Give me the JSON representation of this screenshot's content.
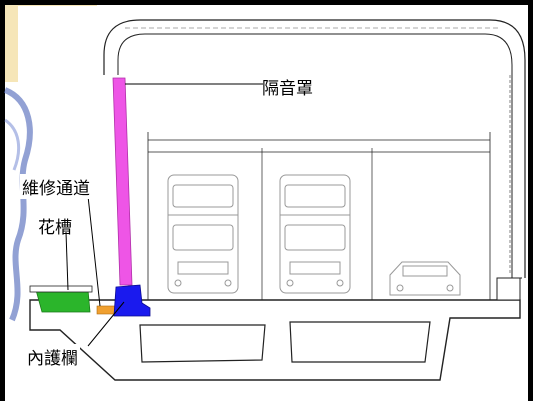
{
  "labels": {
    "noise_barrier": "隔音罩",
    "maintenance_walkway": "維修通道",
    "planter": "花槽",
    "inner_parapet": "內護欄"
  },
  "colors": {
    "noise_barrier": "#ee55e6",
    "planter": "#2bb52b",
    "inner_parapet": "#1a1aee",
    "walkway": "#f0a030",
    "corner_panel": "#f6e6b8",
    "blue_swirl": "#4a63b8"
  }
}
